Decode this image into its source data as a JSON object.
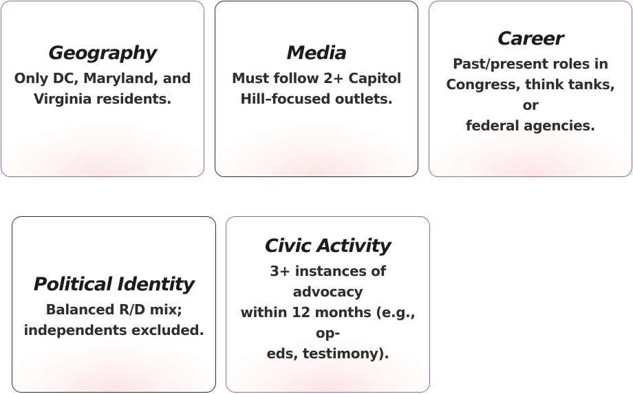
{
  "cards": [
    {
      "title": "Geography",
      "lines": [
        "Only DC, Maryland, and",
        "Virginia residents."
      ]
    },
    {
      "title": "Media",
      "lines": [
        "Must follow 2+ Capitol",
        "Hill–focused outlets."
      ]
    },
    {
      "title": "Career",
      "lines": [
        "Past/present roles in",
        "Congress, think tanks, or",
        "federal agencies."
      ]
    },
    {
      "title": "Political Identity",
      "lines": [
        "Balanced R/D mix;",
        "independents excluded."
      ]
    },
    {
      "title": "Civic Activity",
      "lines": [
        "3+ instances of advocacy",
        "within 12 months (e.g., op-",
        "eds, testimony)."
      ]
    }
  ]
}
